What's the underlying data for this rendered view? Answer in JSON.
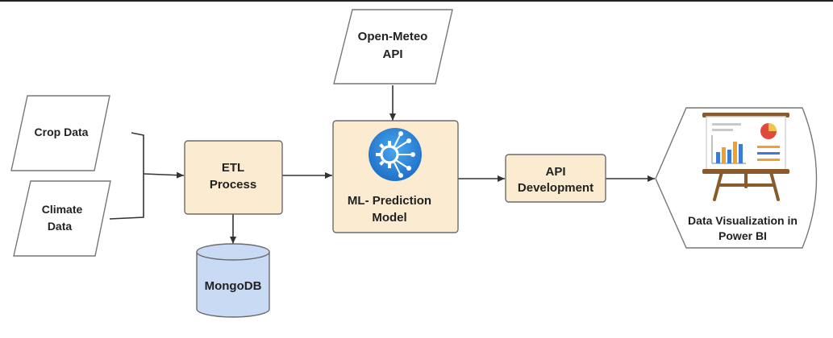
{
  "nodes": {
    "open_meteo": {
      "line1": "Open-Meteo",
      "line2": "API"
    },
    "crop_data": {
      "label": "Crop Data"
    },
    "climate_data": {
      "line1": "Climate",
      "line2": "Data"
    },
    "etl": {
      "line1": "ETL",
      "line2": "Process"
    },
    "ml": {
      "line1": "ML- Prediction",
      "line2": "Model",
      "icon": "gear-network-icon"
    },
    "api_dev": {
      "line1": "API",
      "line2": "Development"
    },
    "mongodb": {
      "label": "MongoDB"
    },
    "power_bi": {
      "line1": "Data Visualization in",
      "line2": "Power BI",
      "icon": "presentation-board-icon"
    }
  },
  "colors": {
    "process_fill": "#fbecd1",
    "process_stroke": "#6b6b6b",
    "db_fill": "#c9daf5",
    "edge": "#333333",
    "ml_icon": "#2a84dd"
  }
}
